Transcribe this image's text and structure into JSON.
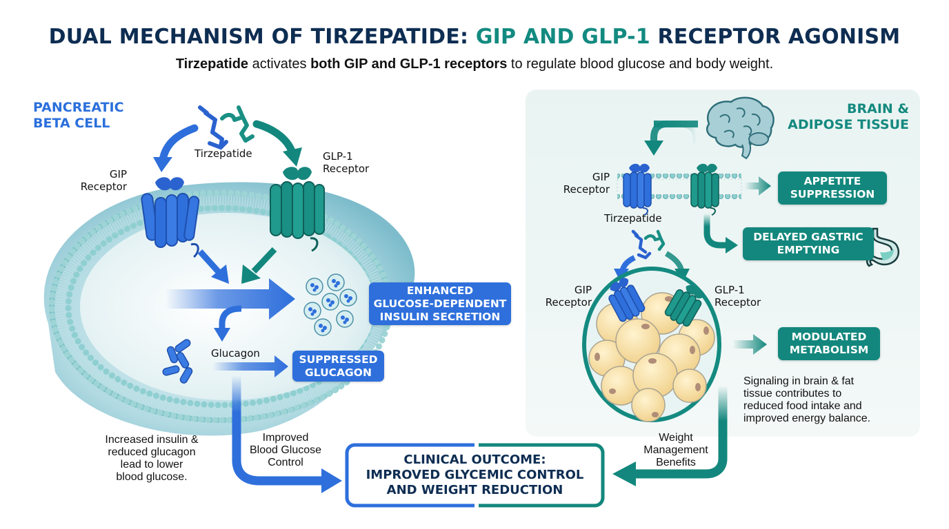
{
  "title": {
    "part1": "DUAL MECHANISM OF TIRZEPATIDE: ",
    "part2": "GIP AND GLP-1",
    "part3": " RECEPTOR AGONISM"
  },
  "subtitle": {
    "bold1": "Tirzepatide",
    "text1": " activates ",
    "bold2": "both GIP and GLP-1 receptors",
    "text2": " to regulate blood glucose and body weight."
  },
  "colors": {
    "navy": "#0e2d52",
    "blue": "#2e6fdc",
    "teal": "#13877d",
    "panel_bg": "#e9f4f2",
    "fat_cell": "#f6dfa0"
  },
  "left_section": {
    "heading_line1": "PANCREATIC",
    "heading_line2": "BETA CELL",
    "drug_label": "Tirzepatide",
    "gip_label_line1": "GIP",
    "gip_label_line2": "Receptor",
    "glp1_label_line1": "GLP-1",
    "glp1_label_line2": "Receptor",
    "glucagon_label": "Glucagon",
    "insulin_box": [
      "ENHANCED",
      "GLUCOSE-DEPENDENT",
      "INSULIN SECRETION"
    ],
    "glucagon_box": [
      "SUPPRESSED",
      "GLUCAGON"
    ],
    "note": [
      "Increased insulin &",
      "reduced glucagon",
      "lead to lower",
      "blood glucose."
    ],
    "flow_label": [
      "Improved",
      "Blood Glucose",
      "Control"
    ]
  },
  "right_section": {
    "heading_line1": "BRAIN &",
    "heading_line2": "ADIPOSE TISSUE",
    "brain_gip_label_line1": "GIP",
    "brain_gip_label_line2": "Receptor",
    "brain_drug_label": "Tirzepatide",
    "appetite_box": [
      "APPETITE",
      "SUPPRESSION"
    ],
    "gastric_box": [
      "DELAYED GASTRIC",
      "EMPTYING"
    ],
    "fat_gip_label_line1": "GIP",
    "fat_gip_label_line2": "Receptor",
    "fat_glp1_label_line1": "GLP-1",
    "fat_glp1_label_line2": "Receptor",
    "metabolism_box": [
      "MODULATED",
      "METABOLISM"
    ],
    "note": [
      "Signaling in brain & fat",
      "tissue contributes to",
      "reduced food intake and",
      "improved energy balance."
    ],
    "flow_label": [
      "Weight",
      "Management",
      "Benefits"
    ]
  },
  "outcome": {
    "line1": "CLINICAL OUTCOME:",
    "line2": "IMPROVED GLYCEMIC CONTROL",
    "line3": "AND WEIGHT REDUCTION"
  },
  "icons": {
    "drug": "tirzepatide-molecule-icon",
    "receptor": "gpcr-receptor-icon",
    "brain": "brain-icon",
    "stomach": "stomach-icon",
    "fat": "adipose-cells-icon",
    "vesicle": "insulin-granule-icon",
    "glucagon": "glucagon-particle-icon"
  }
}
